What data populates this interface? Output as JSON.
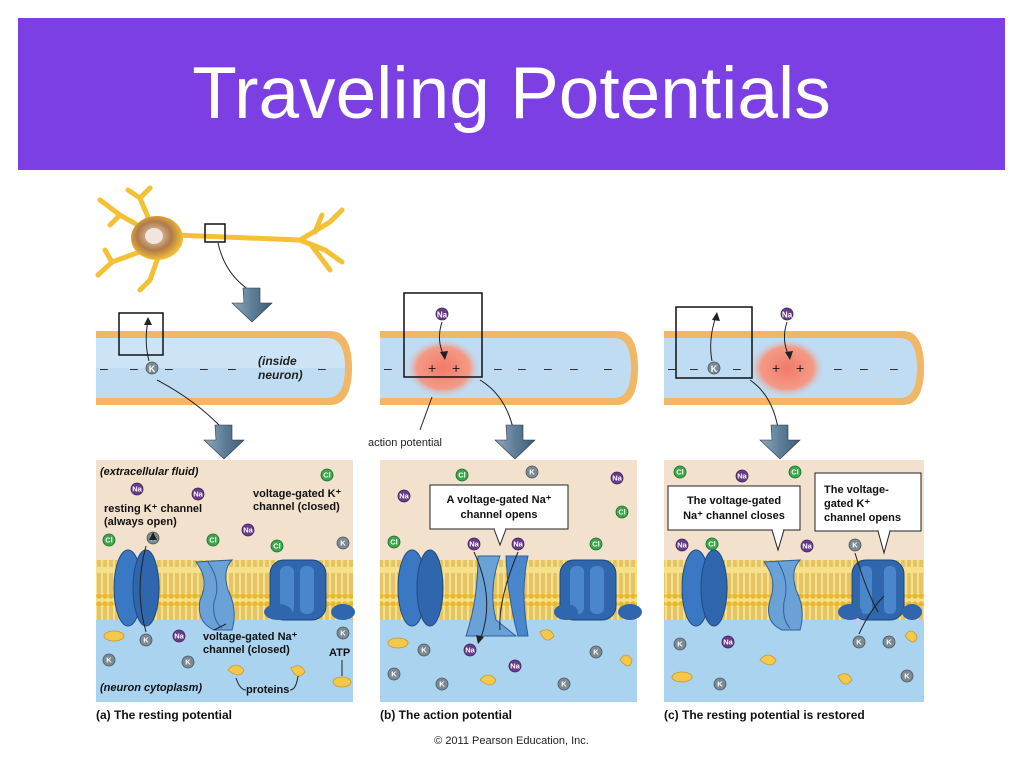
{
  "slide": {
    "title": "Traveling Potentials",
    "copyright": "© 2011 Pearson Education, Inc."
  },
  "colors": {
    "banner": "#7b3fe4",
    "axon": "#bfdcf2",
    "myelin_edge": "#f2b766",
    "extracellular": "#f2e1cd",
    "cytoplasm": "#a9d3ef",
    "channel": "#3b78c3",
    "action_potential": "#f48b78",
    "neuron": "#f4c035"
  },
  "ions": {
    "k": "K",
    "na": "Na",
    "cl": "Cl"
  },
  "axon_labels": {
    "inside_line1": "(inside",
    "inside_line2": "neuron)",
    "action_potential": "action potential",
    "minus": "–",
    "plus": "+"
  },
  "panels": {
    "a": {
      "caption": "(a) The resting potential",
      "extracellular": "(extracellular fluid)",
      "cytoplasm": "(neuron cytoplasm)",
      "resting_k_line1": "resting K⁺ channel",
      "resting_k_line2": "(always open)",
      "vg_k_line1": "voltage-gated K⁺",
      "vg_k_line2": "channel (closed)",
      "vg_na_line1": "voltage-gated Na⁺",
      "vg_na_line2": "channel (closed)",
      "atp": "ATP",
      "proteins": "proteins"
    },
    "b": {
      "caption": "(b) The action potential",
      "callout_line1": "A voltage-gated Na⁺",
      "callout_line2": "channel opens"
    },
    "c": {
      "caption": "(c) The resting potential is restored",
      "callout1_line1": "The voltage-gated",
      "callout1_line2": "Na⁺ channel closes",
      "callout2_line1": "The voltage-",
      "callout2_line2": "gated K⁺",
      "callout2_line3": "channel opens"
    }
  }
}
